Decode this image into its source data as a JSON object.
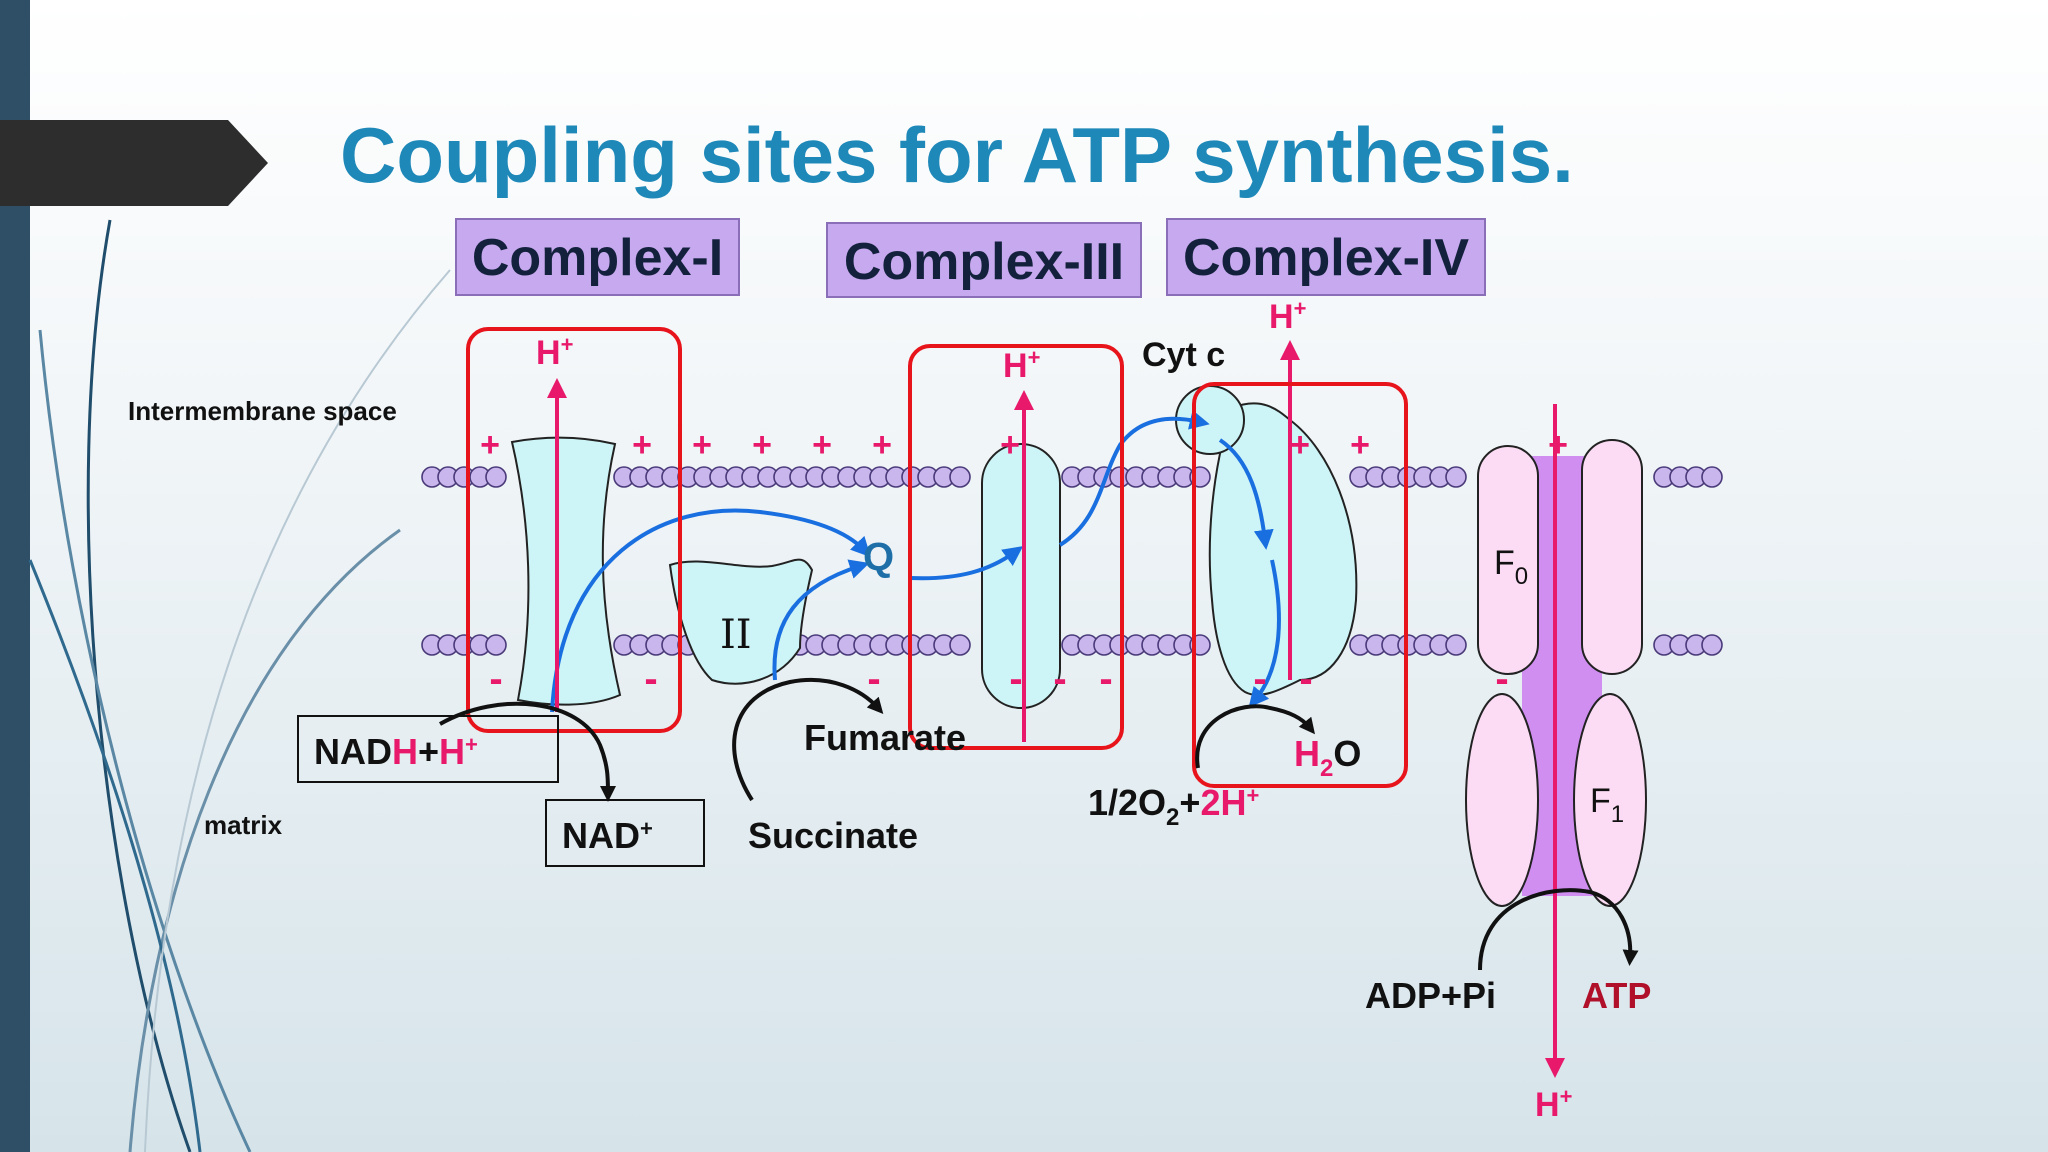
{
  "slide": {
    "title": "Coupling sites for ATP synthesis."
  },
  "complexes": {
    "complex1": "Complex-I",
    "complex3": "Complex-III",
    "complex4": "Complex-IV"
  },
  "regions": {
    "intermembrane": "Intermembrane space",
    "matrix": "matrix"
  },
  "labels": {
    "h": "H",
    "plus_sup": "+",
    "plus": "+",
    "minus": "-",
    "q": "Q",
    "complex2": "II",
    "cyt_c": "Cyt c",
    "nadh_a": "NAD",
    "nadh_b": "H",
    "nadh_c": "+",
    "nadh_d": "H",
    "nad": "NAD",
    "fumarate": "Fumarate",
    "succinate": "Succinate",
    "h2o_h": "H",
    "h2o_sub": "2",
    "h2o_o": "O",
    "o2_a": "1/2O",
    "o2_sub": "2",
    "o2_b": "+",
    "o2_c": "2H",
    "f0": "F",
    "f0_sub": "0",
    "f1": "F",
    "f1_sub": "1",
    "adp": "ADP+Pi",
    "atp": "ATP"
  },
  "colors": {
    "title": "#1e88b8",
    "proton": "#e8186b",
    "electron": "#1a6fe0",
    "site_box": "#e8141c",
    "protein": "#cdf4f6",
    "atp_synthase": "#fbdcf4",
    "atp_stalk": "#cf8ef0",
    "complex_label_bg": "#c6a9ee",
    "atp_text": "#b0102a"
  }
}
